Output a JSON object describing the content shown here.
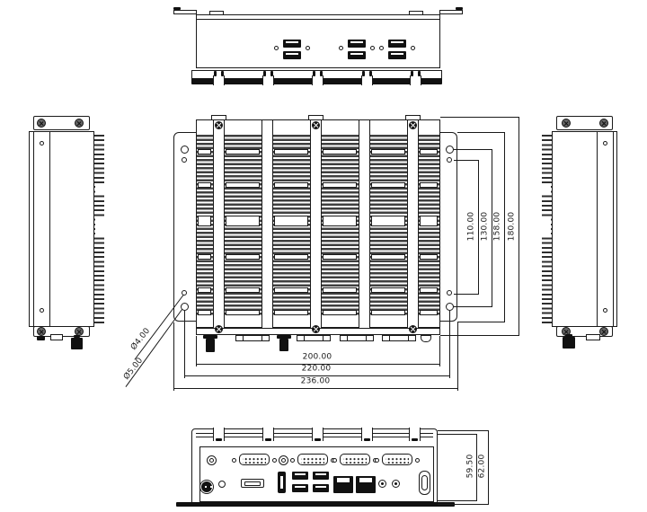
{
  "dimensions": {
    "vertical_right": [
      "110.00",
      "130.00",
      "158.00",
      "180.00"
    ],
    "horizontal_bottom": [
      "200.00",
      "220.00",
      "236.00"
    ],
    "hole_diameters": [
      "Ø4.00",
      "Ø5.00"
    ],
    "bottom_view_heights": [
      "59.50",
      "62.00"
    ]
  },
  "colors": {
    "line": "#1a1a1a",
    "background": "#ffffff",
    "fin": "#3f3f3f",
    "connector": "#111111"
  }
}
